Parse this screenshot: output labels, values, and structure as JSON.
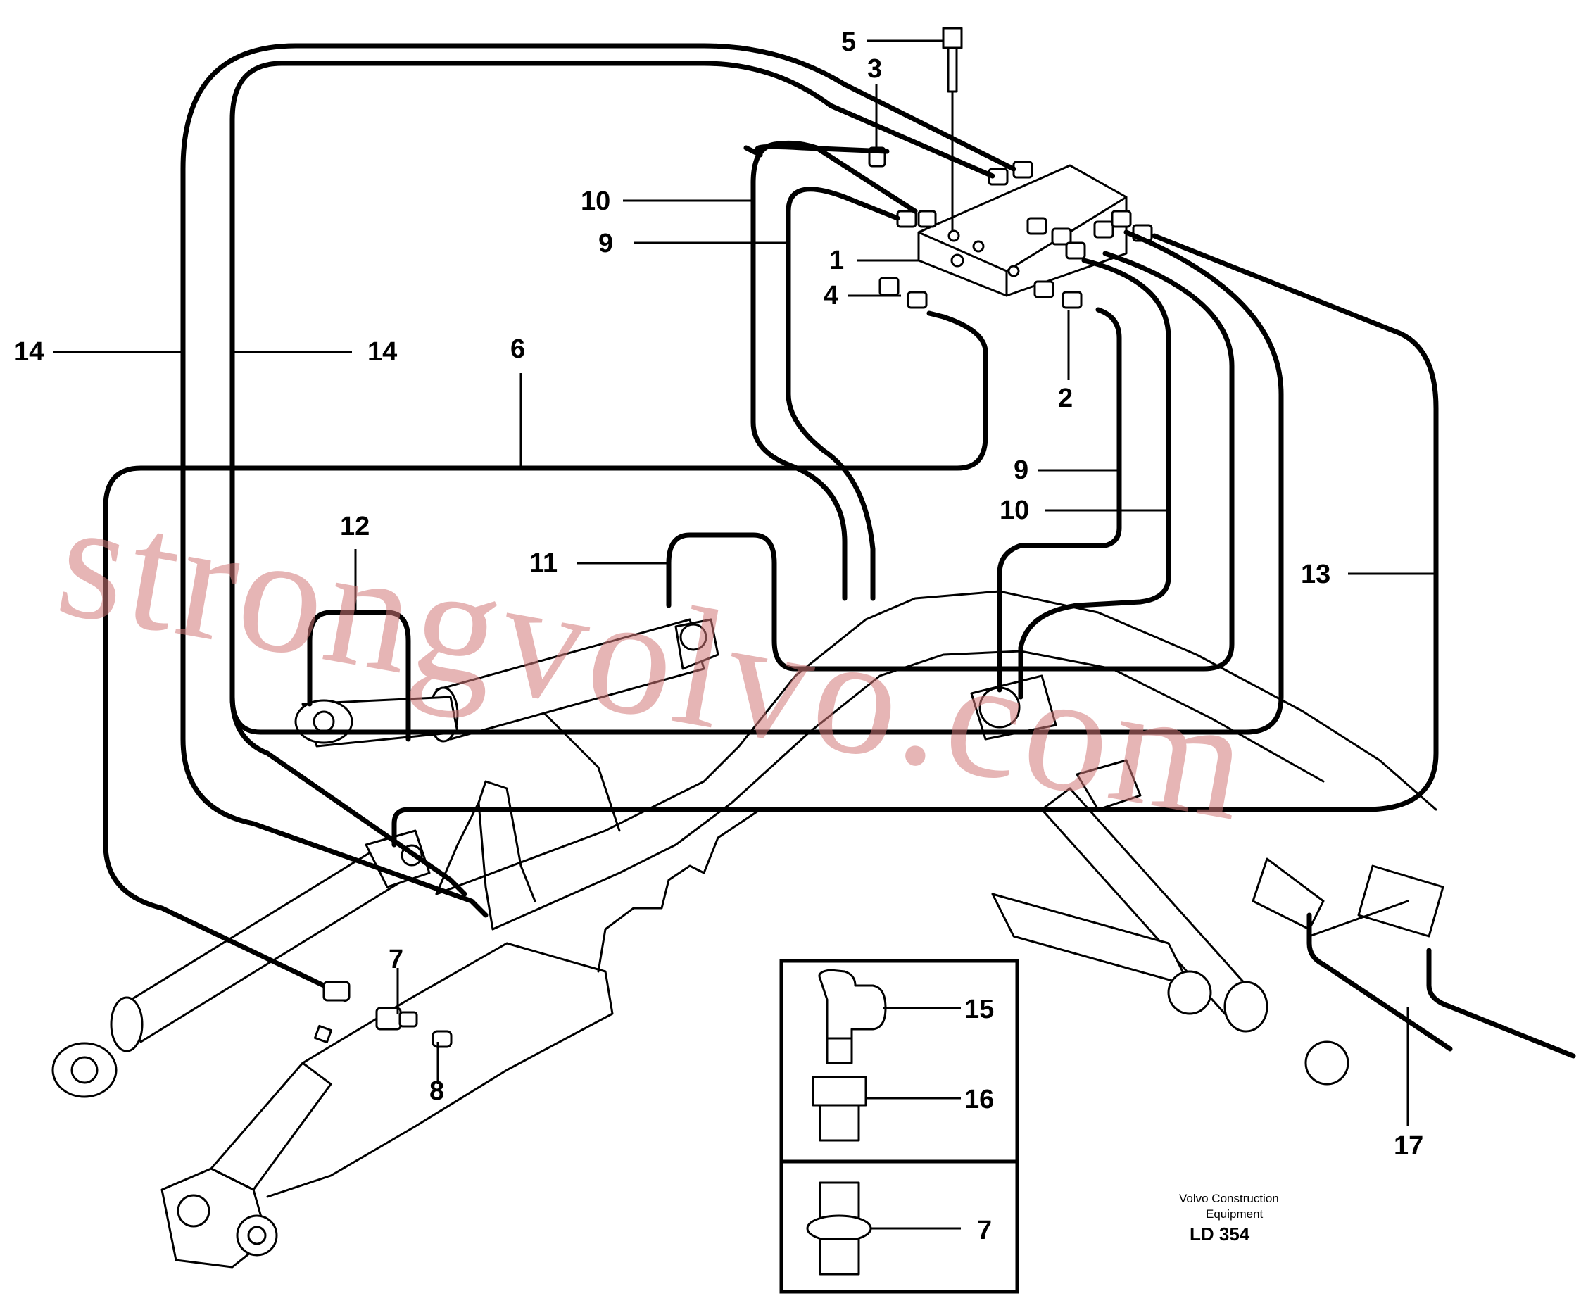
{
  "callouts": {
    "c1": "1",
    "c2": "2",
    "c3": "3",
    "c4": "4",
    "c5": "5",
    "c6": "6",
    "c7a": "7",
    "c7b": "7",
    "c8": "8",
    "c9a": "9",
    "c9b": "9",
    "c10a": "10",
    "c10b": "10",
    "c11": "11",
    "c12": "12",
    "c13": "13",
    "c14a": "14",
    "c14b": "14",
    "c15": "15",
    "c16": "16",
    "c17": "17"
  },
  "caption": {
    "line1": "Volvo Construction",
    "line2": "Equipment",
    "code": "LD 354"
  },
  "watermark": "strongvolvo.com"
}
